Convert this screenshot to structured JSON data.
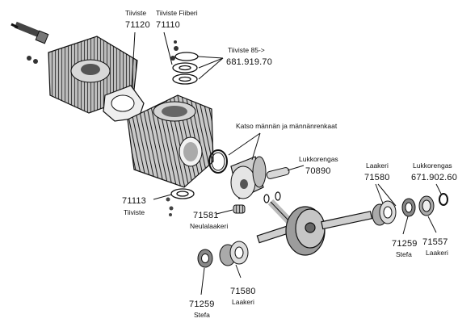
{
  "callouts": {
    "c71120": {
      "name": "Tiiviste",
      "code": "71120"
    },
    "c71110": {
      "name": "Tiiviste Fiiberi",
      "code": "71110"
    },
    "c681": {
      "name": "Tiiviste 85->",
      "code": "681.919.70"
    },
    "c_piston": {
      "name": "Katso männän ja männänrenkaat"
    },
    "c70890": {
      "name": "Lukkorengas",
      "code": "70890"
    },
    "c71580a": {
      "name": "Laakeri",
      "code": "71580"
    },
    "c671": {
      "name": "Lukkorengas",
      "code": "671.902.60"
    },
    "c71113": {
      "code": "71113",
      "name": "Tiiviste"
    },
    "c71581": {
      "code": "71581",
      "name": "Neulalaakeri"
    },
    "c71259a": {
      "code": "71259",
      "name": "Stefa"
    },
    "c71557": {
      "code": "71557",
      "name": "Laakeri"
    },
    "c71580b": {
      "code": "71580",
      "name": "Laakeri"
    },
    "c71259b": {
      "code": "71259",
      "name": "Stefa"
    }
  }
}
